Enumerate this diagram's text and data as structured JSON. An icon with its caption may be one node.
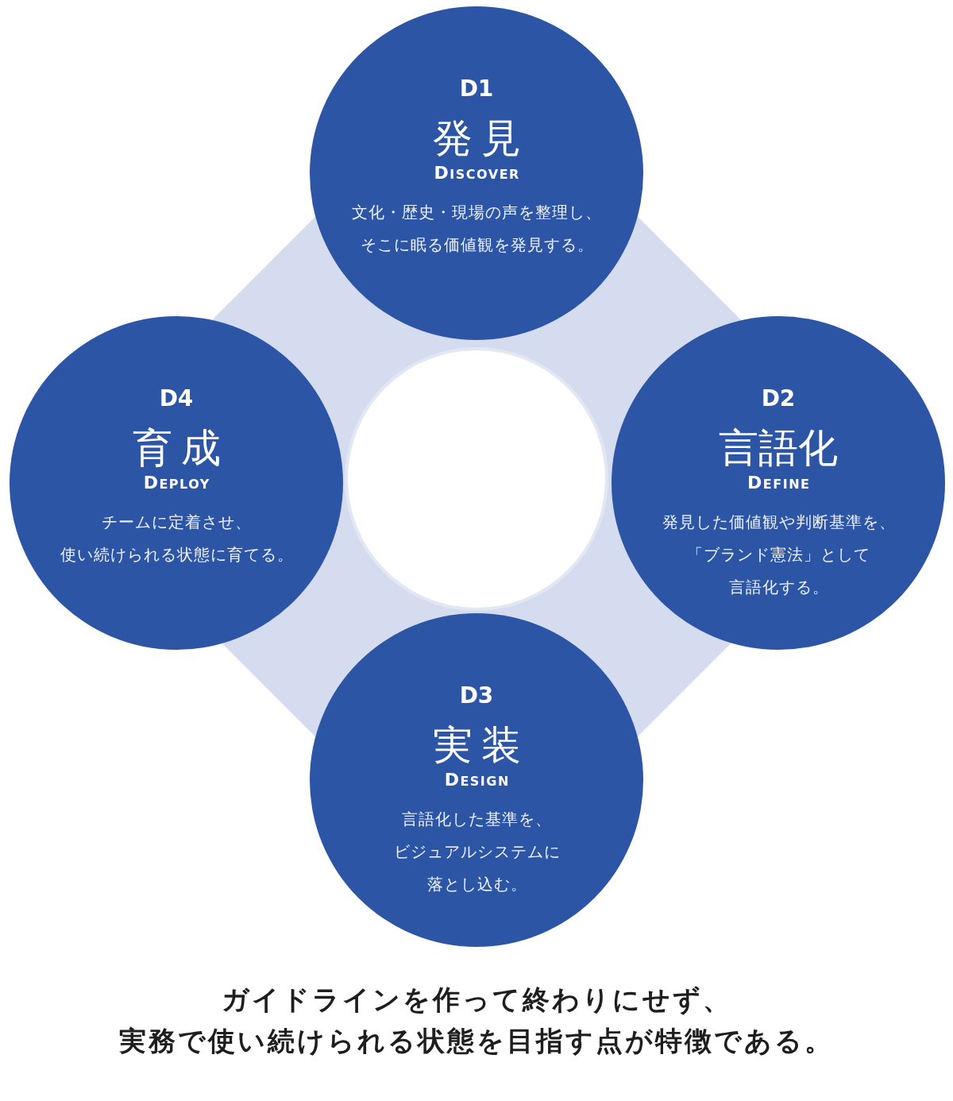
{
  "diagram": {
    "nodes": [
      {
        "text": [
          "D1",
          "発見",
          "DISCOVER",
          "文化・歴史・現場の声を整理し、そこに眠る価値観を発見する。"
        ]
      },
      {
        "text": [
          "D4",
          "育成",
          "DEPLOY",
          "チームに定着させ、使い続けられる状態に育てる。"
        ]
      },
      {
        "text": [],
        "shape": "circle"
      },
      {
        "text": [
          "D2",
          "言語化",
          "DEFINE",
          "発見した価値観や判断基準を、「ブランド憲法」として言語化する。"
        ]
      },
      {
        "text": [
          "D3",
          "実装",
          "DESIGN",
          "言語化した基準を、ビジュアルシステムに落とし込む。"
        ]
      }
    ],
    "caption": "ガイドラインを作って終わりにせず、実務で使い続けられる状態を目指す点が特徴である。"
  }
}
